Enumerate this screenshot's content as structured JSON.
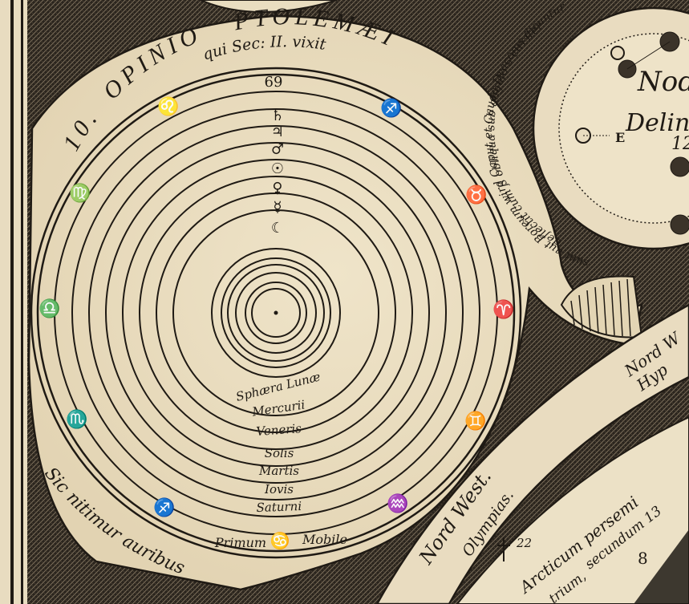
{
  "title": {
    "number": "10.",
    "opinio": "OPINIO",
    "name": "PTOLEMÆI",
    "subtitle": "qui Sec: II. vixit"
  },
  "ribbon_motto": "Sic nitimur auribus",
  "spheres": {
    "top_number": "69",
    "labels": [
      "Sphæra Lunæ",
      "Mercurii",
      "Veneris",
      "Solis",
      "Martis",
      "Iovis",
      "Saturni"
    ],
    "primum_left": "Primum",
    "primum_right": "Mobile"
  },
  "planet_symbols": [
    "♄",
    "♃",
    "♂",
    "☉",
    "♀",
    "☿",
    "☾"
  ],
  "zodiac": [
    {
      "name": "leo",
      "glyph": "♌"
    },
    {
      "name": "sagittarius",
      "glyph": "♐"
    },
    {
      "name": "virgo",
      "glyph": "♍"
    },
    {
      "name": "taurus",
      "glyph": "♉"
    },
    {
      "name": "libra",
      "glyph": "♎"
    },
    {
      "name": "aries",
      "glyph": "♈"
    },
    {
      "name": "scorpio",
      "glyph": "♏"
    },
    {
      "name": "gemini",
      "glyph": "♊"
    },
    {
      "name": "sagittarius-lower",
      "glyph": "♐"
    },
    {
      "name": "aquarius",
      "glyph": "♒"
    },
    {
      "name": "cancer",
      "glyph": "♋"
    }
  ],
  "nodes_panel": {
    "word1": "Nodi",
    "word2": "Delin",
    "numeral": "12",
    "letter": "E",
    "arc_text_1": "deflectit cum ß obliqua sub angulo 5 circiter",
    "arc_text_2": "sunt aut Boreum wird Caput et Cauda Draconis dicuntur"
  },
  "lower_band": {
    "nord_west": "Nord West.",
    "olympias": "Olympias.",
    "mark_22": "22",
    "arcticum": "Arcticum persemi",
    "secundum": "secundum 13",
    "trium": "trium,",
    "num_8": "8",
    "corner_label": "Nord W",
    "corner_label2": "Hyp"
  }
}
